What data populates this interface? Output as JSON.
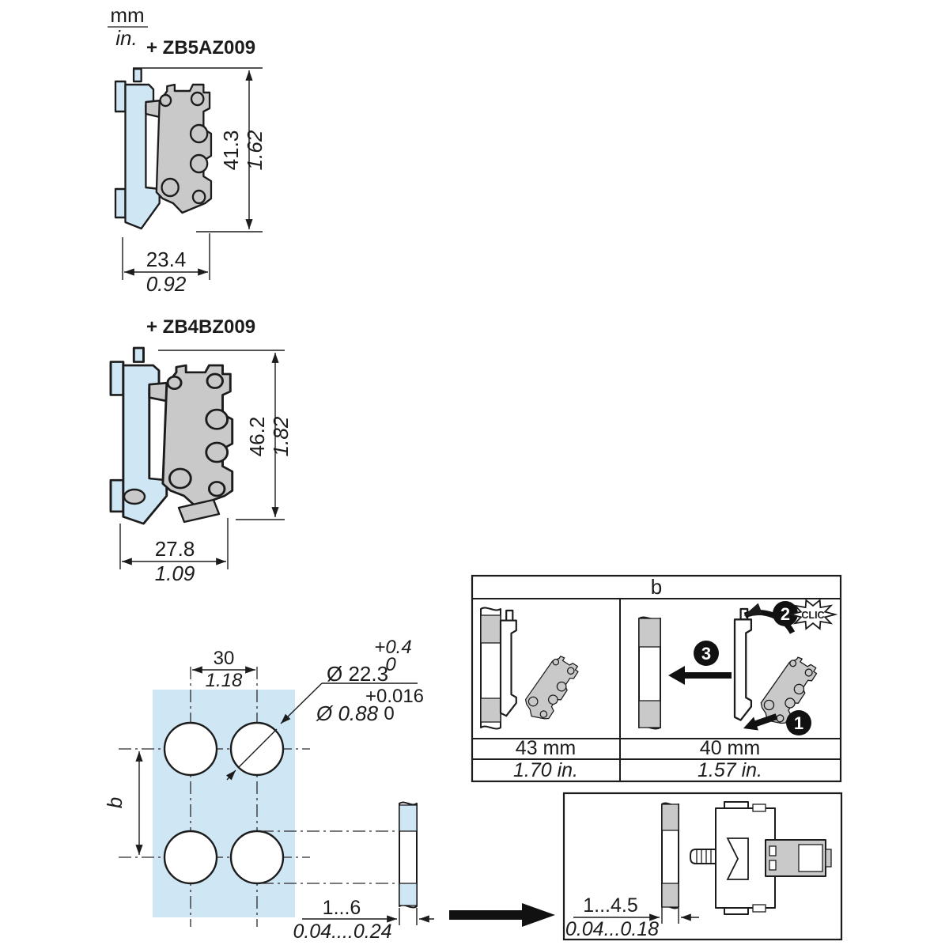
{
  "units": {
    "mm": "mm",
    "in": "in."
  },
  "drawing1": {
    "label": "+ ZB5AZ009",
    "height_mm": "41.3",
    "height_in": "1.62",
    "width_mm": "23.4",
    "width_in": "0.92"
  },
  "drawing2": {
    "label": "+ ZB4BZ009",
    "height_mm": "46.2",
    "height_in": "1.82",
    "width_mm": "27.8",
    "width_in": "1.09"
  },
  "cutout": {
    "pitch_mm": "30",
    "pitch_in": "1.18",
    "dia_mm": "Ø 22.3",
    "dia_mm_tol_plus": "+0.4",
    "dia_mm_tol_zero": "0",
    "dia_in": "Ø 0.88",
    "dia_in_tol_plus": "+0.016",
    "dia_in_tol_zero": "0",
    "spacing_label": "b",
    "thickness_mm": "1...6",
    "thickness_in": "0.04....0.24"
  },
  "mounting_table": {
    "header": "b",
    "left": {
      "mm": "43 mm",
      "in": "1.70 in."
    },
    "right": {
      "mm": "40 mm",
      "in": "1.57 in."
    },
    "step1": "1",
    "step2": "2",
    "step3": "3",
    "clic": "CLIC"
  },
  "detail_box": {
    "thickness_mm": "1...4.5",
    "thickness_in": "0.04...0.18"
  },
  "colors": {
    "panel_blue": "#cfe6f5",
    "part_gray": "#c9c9c9",
    "outline": "#1c1c1c"
  }
}
